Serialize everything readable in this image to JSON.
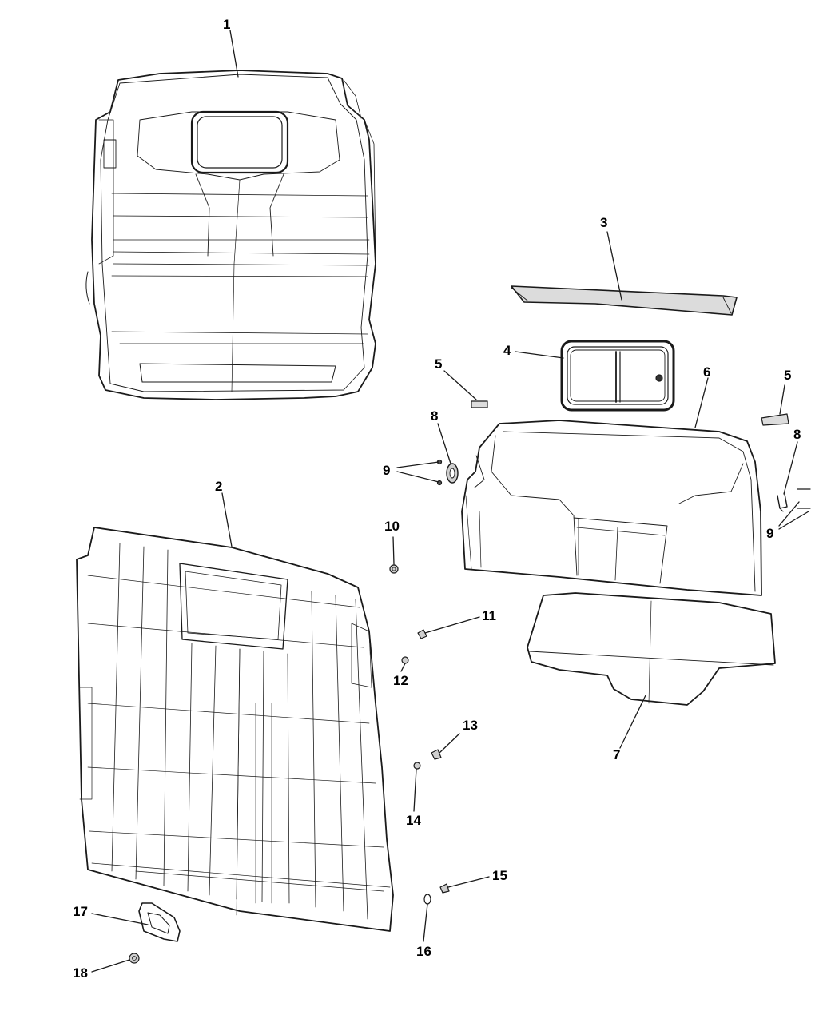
{
  "diagram": {
    "colors": {
      "line": "#1a1a1a",
      "fill": "#ffffff",
      "shade": "#dcdcdc"
    },
    "callouts": [
      {
        "id": "c1",
        "label": "1"
      },
      {
        "id": "c2",
        "label": "2"
      },
      {
        "id": "c3",
        "label": "3"
      },
      {
        "id": "c4",
        "label": "4"
      },
      {
        "id": "c5a",
        "label": "5"
      },
      {
        "id": "c5b",
        "label": "5"
      },
      {
        "id": "c6",
        "label": "6"
      },
      {
        "id": "c7",
        "label": "7"
      },
      {
        "id": "c8a",
        "label": "8"
      },
      {
        "id": "c8b",
        "label": "8"
      },
      {
        "id": "c9a",
        "label": "9"
      },
      {
        "id": "c9b",
        "label": "9"
      },
      {
        "id": "c10",
        "label": "10"
      },
      {
        "id": "c11",
        "label": "11"
      },
      {
        "id": "c12",
        "label": "12"
      },
      {
        "id": "c13",
        "label": "13"
      },
      {
        "id": "c14",
        "label": "14"
      },
      {
        "id": "c15",
        "label": "15"
      },
      {
        "id": "c16",
        "label": "16"
      },
      {
        "id": "c17",
        "label": "17"
      },
      {
        "id": "c18",
        "label": "18"
      }
    ]
  }
}
